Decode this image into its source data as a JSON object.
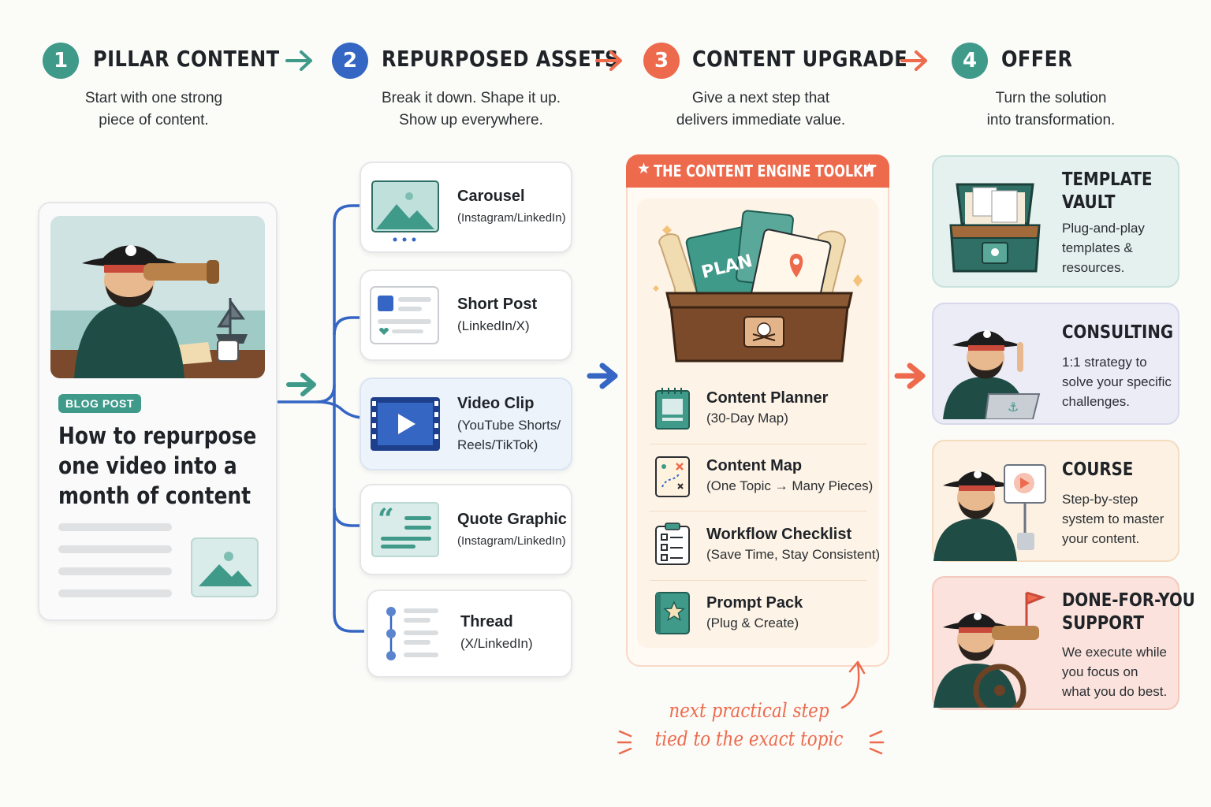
{
  "colors": {
    "teal": "#3f9a8a",
    "blue": "#3566c4",
    "coral": "#ee6a4c",
    "dark": "#1f2328"
  },
  "steps": [
    {
      "number": "1",
      "title": "PILLAR CONTENT",
      "sub_line1": "Start with one strong",
      "sub_line2": "piece of content."
    },
    {
      "number": "2",
      "title": "REPURPOSED ASSETS",
      "sub_line1": "Break it down. Shape it up.",
      "sub_line2": "Show up everywhere."
    },
    {
      "number": "3",
      "title": "CONTENT UPGRADE",
      "sub_line1": "Give a next step that",
      "sub_line2": "delivers immediate value."
    },
    {
      "number": "4",
      "title": "OFFER",
      "sub_line1": "Turn the solution",
      "sub_line2": "into transformation."
    }
  ],
  "pillar": {
    "badge": "BLOG POST",
    "title_line1": "How to repurpose",
    "title_line2": "one video into a",
    "title_line3": "month of content",
    "image_icon": "pirate-spyglass-illustration"
  },
  "assets": [
    {
      "title": "Carousel",
      "sub_line1": "(Instagram/LinkedIn)",
      "sub_line2": "",
      "icon": "carousel-icon"
    },
    {
      "title": "Short Post",
      "sub_line1": "(LinkedIn/X)",
      "sub_line2": "",
      "icon": "short-post-icon"
    },
    {
      "title": "Video Clip",
      "sub_line1": "(YouTube Shorts/",
      "sub_line2": "Reels/TikTok)",
      "icon": "video-clip-icon"
    },
    {
      "title": "Quote Graphic",
      "sub_line1": "(Instagram/LinkedIn)",
      "sub_line2": "",
      "icon": "quote-icon"
    },
    {
      "title": "Thread",
      "sub_line1": "(X/LinkedIn)",
      "sub_line2": "",
      "icon": "thread-icon"
    }
  ],
  "toolkit": {
    "header": "THE CONTENT ENGINE TOOLKIT",
    "plan_label": "PLAN",
    "items": [
      {
        "title": "Content Planner",
        "sub": "(30-Day Map)",
        "icon": "planner-icon"
      },
      {
        "title": "Content Map",
        "sub": "(One Topic → Many Pieces)",
        "icon": "map-icon"
      },
      {
        "title": "Workflow Checklist",
        "sub": "(Save Time, Stay Consistent)",
        "icon": "checklist-icon"
      },
      {
        "title": "Prompt Pack",
        "sub": "(Plug & Create)",
        "icon": "star-book-icon"
      }
    ],
    "note_line1": "next practical step",
    "note_line2": "tied to the exact topic"
  },
  "offers": [
    {
      "title_line1": "TEMPLATE",
      "title_line2": "VAULT",
      "desc_line1": "Plug-and-play",
      "desc_line2": "templates &",
      "desc_line3": "resources.",
      "icon": "treasure-chest-icon"
    },
    {
      "title_line1": "CONSULTING",
      "title_line2": "",
      "desc_line1": "1:1 strategy to",
      "desc_line2": "solve your specific",
      "desc_line3": "challenges.",
      "icon": "pirate-laptop-icon"
    },
    {
      "title_line1": "COURSE",
      "title_line2": "",
      "desc_line1": "Step-by-step",
      "desc_line2": "system to master",
      "desc_line3": "your content.",
      "icon": "pirate-course-icon"
    },
    {
      "title_line1": "DONE-FOR-YOU",
      "title_line2": "SUPPORT",
      "desc_line1": "We execute while",
      "desc_line2": "you focus on",
      "desc_line3": "what you do best.",
      "icon": "pirate-helm-icon"
    }
  ]
}
